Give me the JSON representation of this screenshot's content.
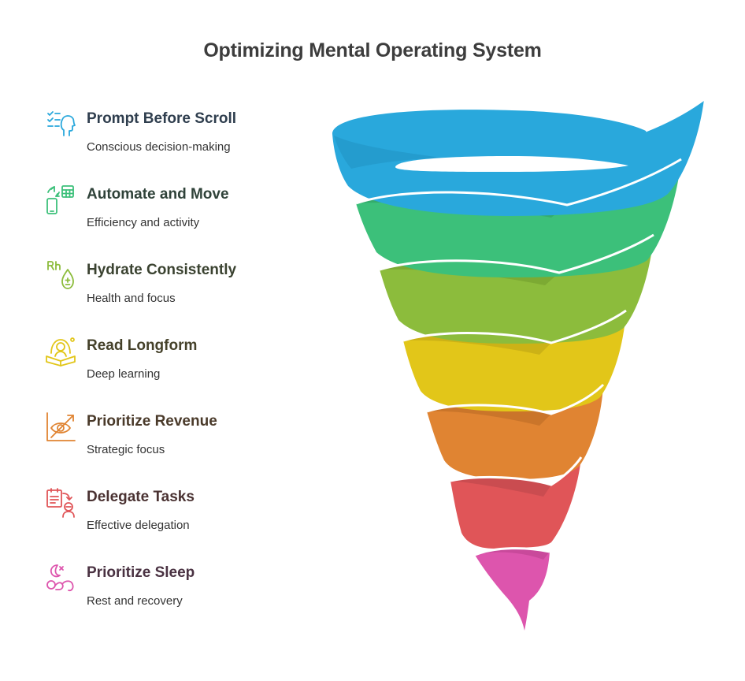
{
  "title": "Optimizing Mental Operating System",
  "items": [
    {
      "label": "Prompt Before Scroll",
      "description": "Conscious decision-making",
      "icon": "checklist-head-icon",
      "color": "#29a8dc"
    },
    {
      "label": "Automate and Move",
      "description": "Efficiency and activity",
      "icon": "phone-calculator-icon",
      "color": "#3cc07a"
    },
    {
      "label": "Hydrate Consistently",
      "description": "Health and focus",
      "icon": "water-drop-icon",
      "color": "#8cbc3c"
    },
    {
      "label": "Read Longform",
      "description": "Deep learning",
      "icon": "reading-book-icon",
      "color": "#e2c619"
    },
    {
      "label": "Prioritize Revenue",
      "description": "Strategic focus",
      "icon": "eye-chart-icon",
      "color": "#e08432"
    },
    {
      "label": "Delegate Tasks",
      "description": "Effective delegation",
      "icon": "task-delegate-icon",
      "color": "#e05558"
    },
    {
      "label": "Prioritize Sleep",
      "description": "Rest and recovery",
      "icon": "moon-sleep-icon",
      "color": "#dd55ad"
    }
  ]
}
